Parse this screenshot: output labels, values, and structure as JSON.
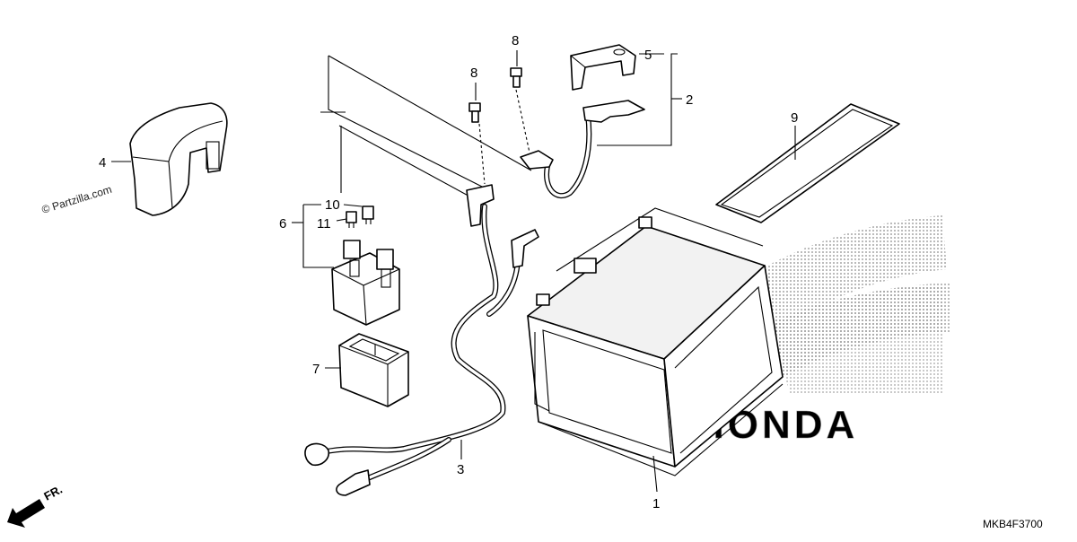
{
  "diagram": {
    "callouts": [
      {
        "id": "1",
        "label": "1"
      },
      {
        "id": "2",
        "label": "2"
      },
      {
        "id": "3",
        "label": "3"
      },
      {
        "id": "4",
        "label": "4"
      },
      {
        "id": "5",
        "label": "5"
      },
      {
        "id": "6",
        "label": "6"
      },
      {
        "id": "7",
        "label": "7"
      },
      {
        "id": "8a",
        "label": "8"
      },
      {
        "id": "8b",
        "label": "8"
      },
      {
        "id": "9",
        "label": "9"
      },
      {
        "id": "10",
        "label": "10"
      },
      {
        "id": "11",
        "label": "11"
      }
    ],
    "watermark": "© Partzilla.com",
    "direction_label": "FR.",
    "diagram_code": "MKB4F3700",
    "brand_logo_text": "HONDA"
  }
}
